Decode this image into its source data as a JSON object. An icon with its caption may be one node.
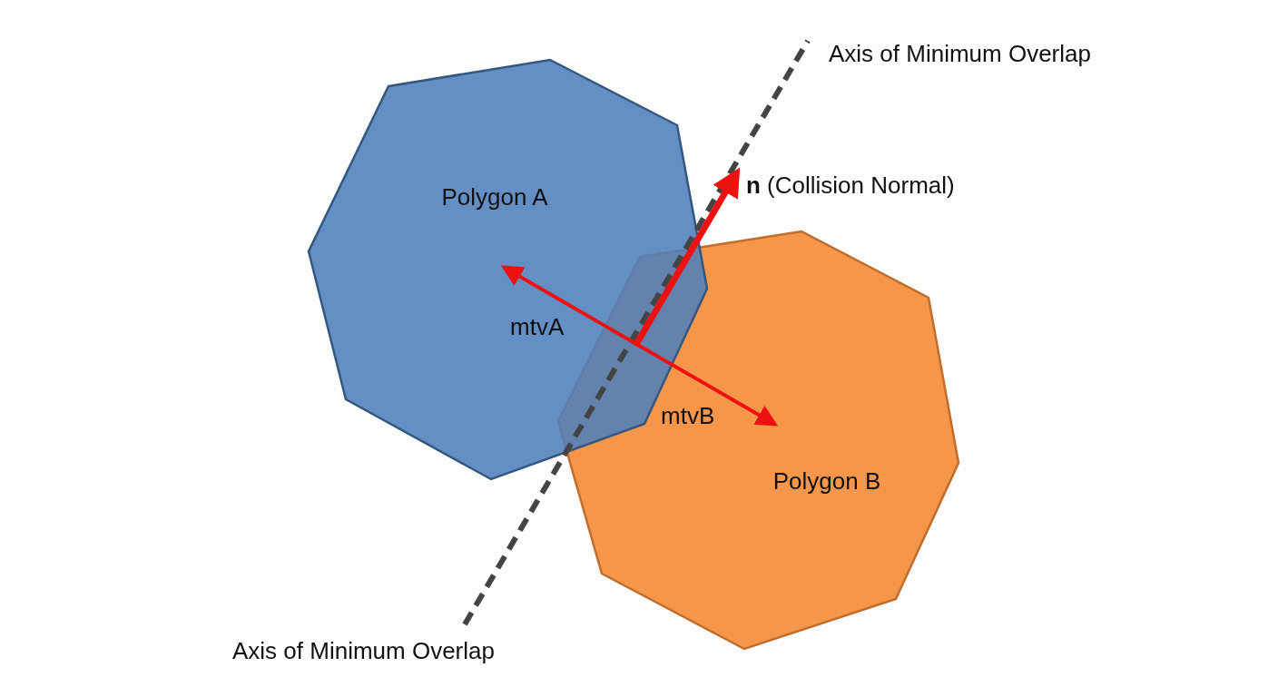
{
  "diagram": {
    "nodes": [
      {
        "text": [
          "Polygon A"
        ]
      },
      {
        "text": [
          "Polygon B"
        ]
      }
    ],
    "edges": [
      {
        "from": 0,
        "to": 1,
        "arrow": "both"
      }
    ],
    "labels": [
      "Axis of Minimum Overlap",
      "**n** (Collision Normal)",
      "mtvA",
      "mtvB",
      "Axis of Minimum Overlap"
    ]
  }
}
